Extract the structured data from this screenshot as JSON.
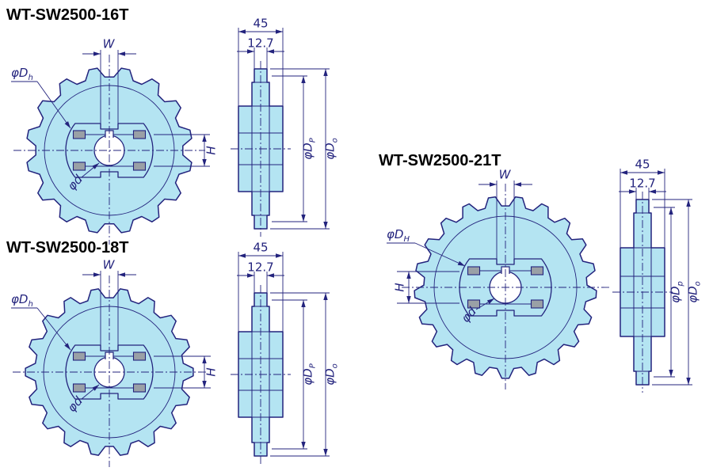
{
  "style": {
    "background": "#ffffff",
    "line_color": "#23237d",
    "fill_color": "#b4e4f2",
    "pad_color": "#9aa0a6",
    "title_color": "#000000"
  },
  "drawings": [
    {
      "title": "WT-SW2500-16T",
      "teeth": 16,
      "labels": {
        "width": "W",
        "hub_main": "φD",
        "hub_sub": "h",
        "height": "H",
        "bore": "φd",
        "side_width": "45",
        "side_tooth_width": "12.7",
        "pitch_main": "φD",
        "pitch_sub": "P",
        "outer_main": "φD",
        "outer_sub": "o"
      }
    },
    {
      "title": "WT-SW2500-18T",
      "teeth": 18,
      "labels": {
        "width": "W",
        "hub_main": "φD",
        "hub_sub": "h",
        "height": "H",
        "bore": "φd",
        "side_width": "45",
        "side_tooth_width": "12.7",
        "pitch_main": "φD",
        "pitch_sub": "P",
        "outer_main": "φD",
        "outer_sub": "o"
      }
    },
    {
      "title": "WT-SW2500-21T",
      "teeth": 21,
      "labels": {
        "width": "W",
        "hub_main": "φD",
        "hub_sub": "H",
        "height": "H",
        "bore": "φd",
        "side_width": "45",
        "side_tooth_width": "12.7",
        "pitch_main": "φD",
        "pitch_sub": "p",
        "outer_main": "φD",
        "outer_sub": "o"
      }
    }
  ]
}
